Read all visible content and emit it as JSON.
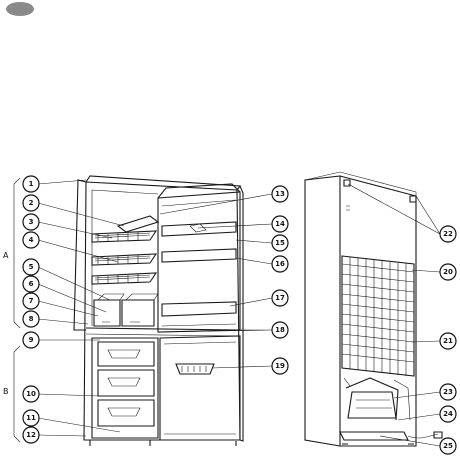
{
  "page": {
    "indicator_color": "#8a8a8a"
  },
  "diagram": {
    "group_labels": [
      "A",
      "B"
    ],
    "callouts": {
      "c1": "1",
      "c2": "2",
      "c3": "3",
      "c4": "4",
      "c5": "5",
      "c6": "6",
      "c7": "7",
      "c8": "8",
      "c9": "9",
      "c10": "10",
      "c11": "11",
      "c12": "12",
      "c13": "13",
      "c14": "14",
      "c15": "15",
      "c16": "16",
      "c17": "17",
      "c18": "18",
      "c19": "19",
      "c20": "20",
      "c21": "21",
      "c22": "22",
      "c23": "23",
      "c24": "24",
      "c25": "25"
    }
  }
}
